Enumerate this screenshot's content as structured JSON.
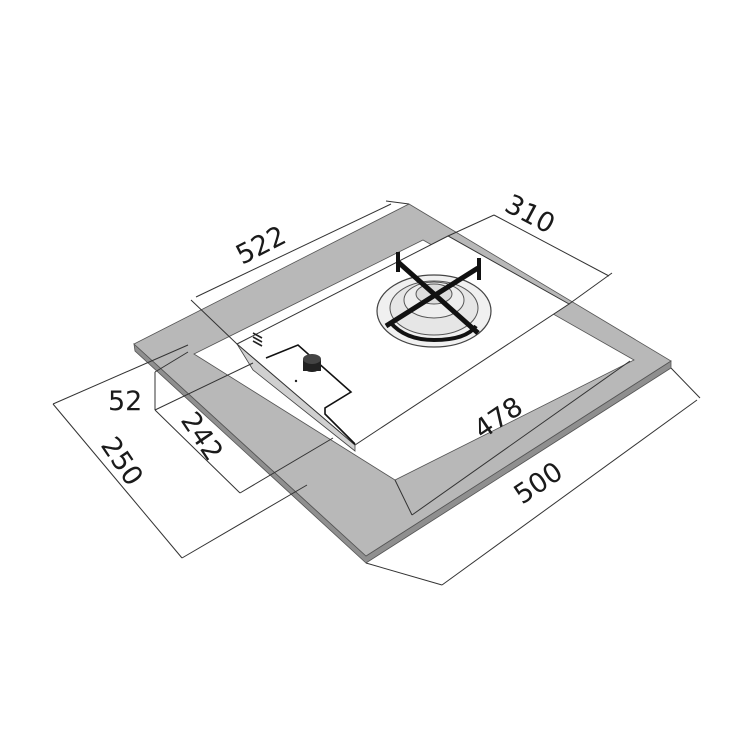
{
  "title": "Single burner gas hob installation dimensions",
  "dimensions": {
    "countertop_depth_top": "522",
    "hob_width": "310",
    "cutout_length": "478",
    "hob_length": "500",
    "offset": "52",
    "cutout_width": "242",
    "hob_depth": "250"
  },
  "colors": {
    "countertop": "#b5b5b5",
    "countertop_edge": "#8f8f8f",
    "hob": "#ffffff",
    "line": "#333333"
  }
}
